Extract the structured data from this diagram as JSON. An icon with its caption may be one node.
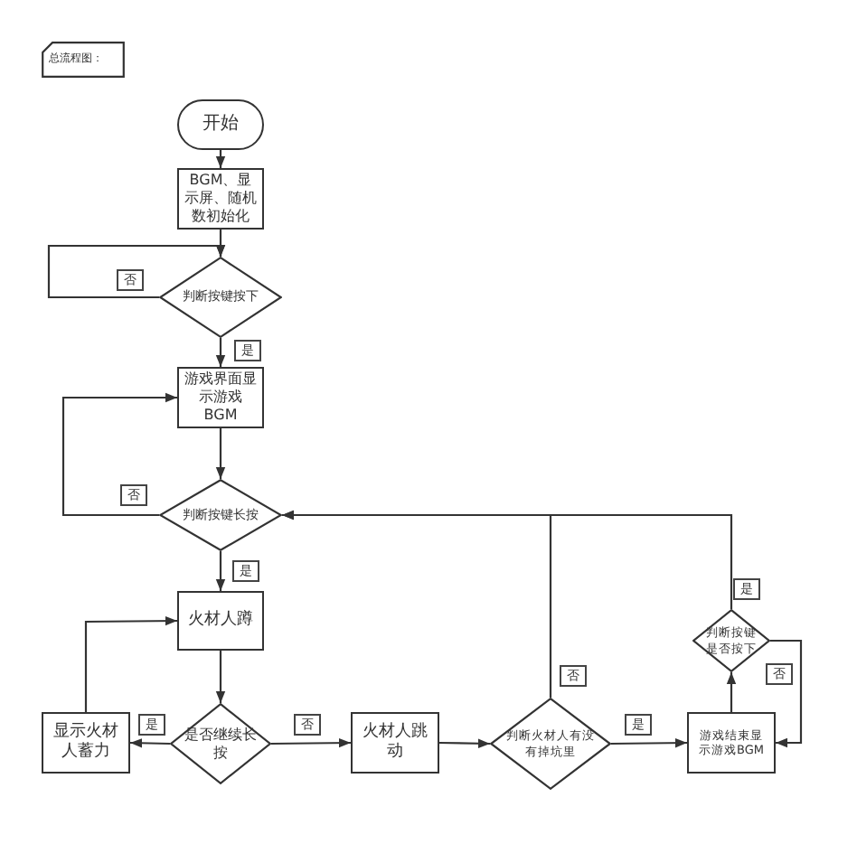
{
  "diagram": {
    "nodes": [
      {
        "text": [
          "总流程图："
        ]
      },
      {
        "text": [
          "开始"
        ]
      },
      {
        "text": [
          "BGM、显示屏、随机数初始化"
        ]
      },
      {
        "text": [
          "判断按键按下"
        ]
      },
      {
        "text": [
          "游戏界面显示游戏BGM"
        ]
      },
      {
        "text": [
          "判断按键长按"
        ]
      },
      {
        "text": [
          "火材人蹲"
        ]
      },
      {
        "text": [
          "是否继续长按"
        ]
      },
      {
        "text": [
          "显示火材人蓄力"
        ]
      },
      {
        "text": [
          "火材人跳动"
        ]
      },
      {
        "text": [
          "判断火材人有没有掉坑里"
        ]
      },
      {
        "text": [
          "游戏结束显示游戏BGM"
        ]
      },
      {
        "text": [
          "判断按键是否按下"
        ]
      }
    ],
    "edges": [
      {
        "from": 1,
        "to": 2,
        "arrow": "to"
      },
      {
        "from": 2,
        "to": 3,
        "arrow": "to"
      },
      {
        "from": 3,
        "to": 3,
        "arrow": "to",
        "label": "否"
      },
      {
        "from": 3,
        "to": 4,
        "arrow": "to",
        "label": "是"
      },
      {
        "from": 4,
        "to": 5,
        "arrow": "to"
      },
      {
        "from": 5,
        "to": 4,
        "arrow": "to",
        "label": "否"
      },
      {
        "from": 5,
        "to": 6,
        "arrow": "to",
        "label": "是"
      },
      {
        "from": 6,
        "to": 7,
        "arrow": "to"
      },
      {
        "from": 7,
        "to": 8,
        "arrow": "to",
        "label": "是"
      },
      {
        "from": 8,
        "to": 6,
        "arrow": "to"
      },
      {
        "from": 7,
        "to": 9,
        "arrow": "to",
        "label": "否"
      },
      {
        "from": 9,
        "to": 10,
        "arrow": "to"
      },
      {
        "from": 10,
        "to": 11,
        "arrow": "to",
        "label": "是"
      },
      {
        "from": 10,
        "to": 5,
        "arrow": "to",
        "label": "否"
      },
      {
        "from": 11,
        "to": 12,
        "arrow": "to"
      },
      {
        "from": 12,
        "to": 5,
        "arrow": "to",
        "label": "是"
      },
      {
        "from": 12,
        "to": 11,
        "arrow": "to",
        "label": "否"
      }
    ]
  }
}
